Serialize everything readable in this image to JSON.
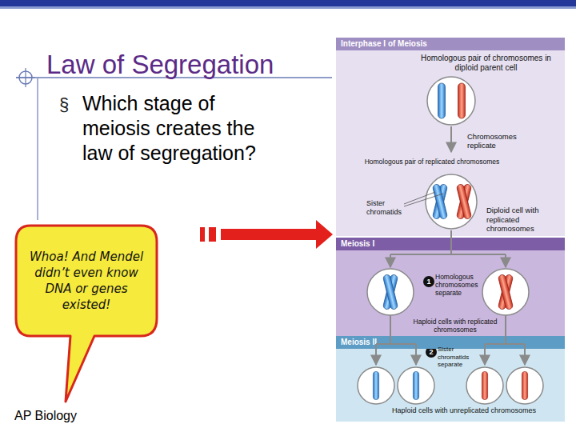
{
  "diagram": {
    "title": "Law of Segregation",
    "nodes": [
      {
        "text": [
          "Whoa! And Mendel didn’t even know DNA or genes existed!"
        ]
      },
      {
        "text": [
          "Interphase I of Meiosis",
          "Homologous pair of chromosomes in diploid parent cell",
          "Chromosomes replicate",
          "Homologous pair of replicated chromosomes",
          "Sister chromatids",
          "Diploid cell with replicated chromosomes"
        ]
      },
      {
        "text": [
          "Meiosis I",
          "Homologous chromosomes separate",
          "Haploid cells with replicated chromosomes"
        ]
      },
      {
        "text": [
          "1"
        ],
        "in": 2
      },
      {
        "text": [
          "Meiosis II",
          "Sister chromatids separate",
          "Haploid cells with unreplicated chromosomes"
        ]
      },
      {
        "text": [
          "2"
        ],
        "in": 4
      }
    ],
    "labels": [
      "§",
      "Which stage of meiosis creates the law of segregation?",
      "AP Biology"
    ]
  }
}
